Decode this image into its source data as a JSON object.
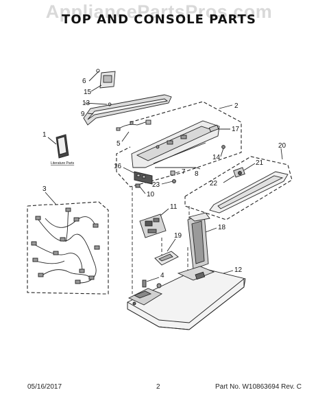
{
  "watermark": "AppliancePartsPros.com",
  "title": "TOP AND CONSOLE PARTS",
  "literature_label": "Literature Parts",
  "callouts": {
    "c1": "1",
    "c2": "2",
    "c3": "3",
    "c4": "4",
    "c5": "5",
    "c6": "6",
    "c7": "7",
    "c8": "8",
    "c9": "9",
    "c10": "10",
    "c11": "11",
    "c12": "12",
    "c13": "13",
    "c14": "14",
    "c15": "15",
    "c16": "16",
    "c17": "17",
    "c18": "18",
    "c19": "19",
    "c20": "20",
    "c21": "21",
    "c22": "22",
    "c23": "23"
  },
  "footer": {
    "date": "05/16/2017",
    "page": "2",
    "part_no": "Part No.  W10863694  Rev.  C"
  },
  "colors": {
    "line": "#222222",
    "fill_light": "#efefef",
    "fill_mid": "#cfcfcf",
    "watermark": "#d9d9d9"
  }
}
